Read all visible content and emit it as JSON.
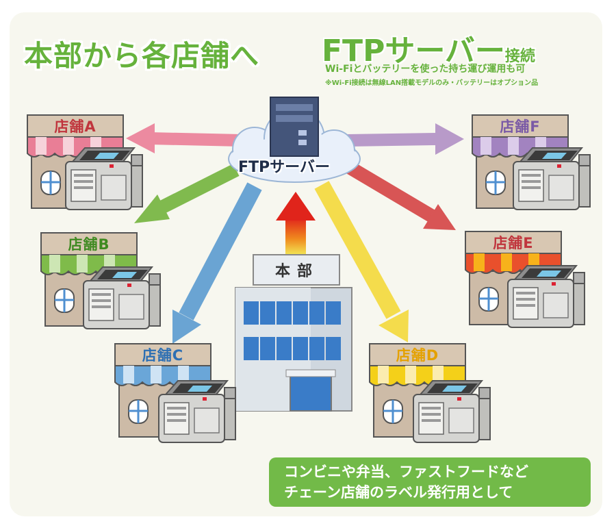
{
  "headline": "本部から各店舗へ",
  "ftp_title_main": "FTPサーバー",
  "ftp_title_suffix": "接続",
  "subtitle": "Wi-Fiとバッテリーを使った持ち運び運用も可",
  "note": "※Wi-Fi接続は無線LAN搭載モデルのみ・バッテリーはオプション品",
  "server_label": "FTPサーバー",
  "hq_label": "本部",
  "stores": [
    {
      "id": "A",
      "label": "店舗A",
      "color": "#e97e96",
      "text": "#c0353d"
    },
    {
      "id": "B",
      "label": "店舗B",
      "color": "#7fbb4a",
      "text": "#3f8a21"
    },
    {
      "id": "C",
      "label": "店舗C",
      "color": "#6aa6d8",
      "text": "#2d6fb3"
    },
    {
      "id": "D",
      "label": "店舗D",
      "color": "#f4d019",
      "text": "#e4a100"
    },
    {
      "id": "E",
      "label": "店舗E",
      "color": "#d65050",
      "text": "#c0353d"
    },
    {
      "id": "F",
      "label": "店舗F",
      "color": "#a283c0",
      "text": "#7a5aa6"
    }
  ],
  "callout_line1": "コンビニや弁当、ファストフードなど",
  "callout_line2": "チェーン店舗のラベル発行用として"
}
